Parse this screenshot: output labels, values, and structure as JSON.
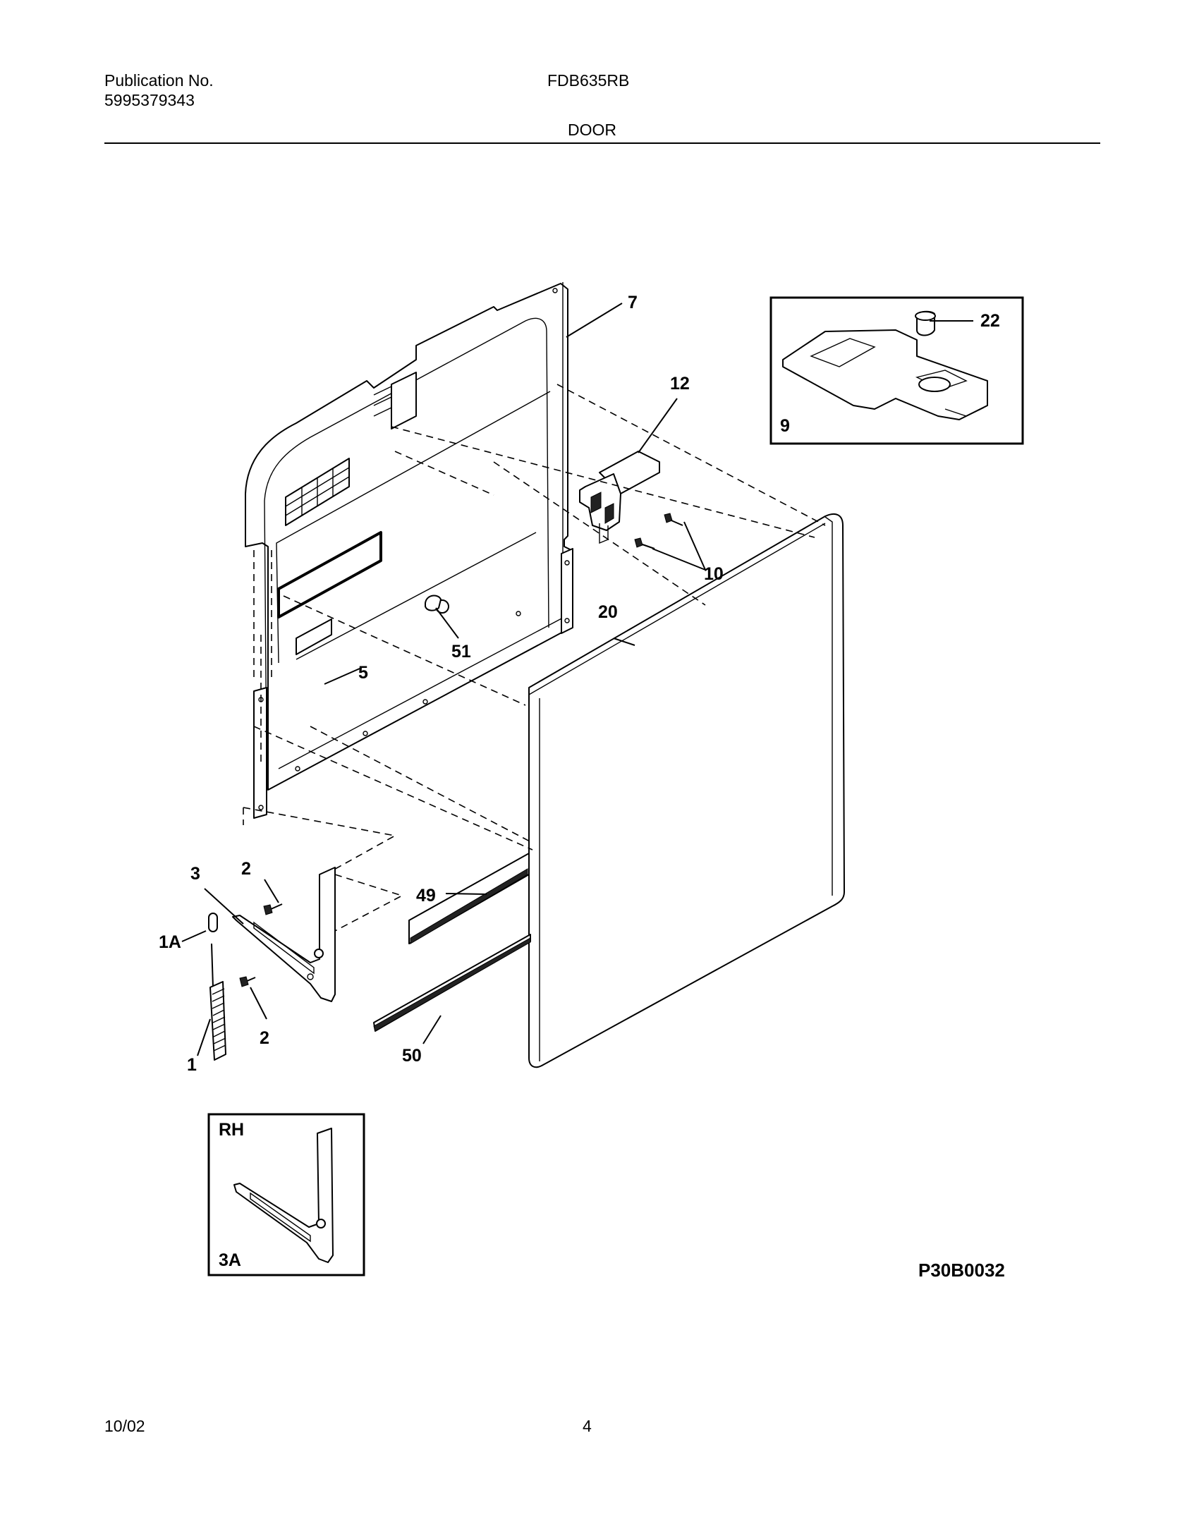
{
  "header": {
    "publication_label": "Publication No.",
    "publication_number": "5995379343",
    "model": "FDB635RB",
    "section": "DOOR"
  },
  "footer": {
    "date": "10/02",
    "page_number": "4"
  },
  "diagram": {
    "drawing_code": "P30B0032",
    "callouts": {
      "c7": "7",
      "c22": "22",
      "c12": "12",
      "c9": "9",
      "c10": "10",
      "c20": "20",
      "c51": "51",
      "c5": "5",
      "c3": "3",
      "c2a": "2",
      "c2b": "2",
      "c1A": "1A",
      "c1": "1",
      "c49": "49",
      "c50": "50",
      "cRH": "RH",
      "c3A": "3A"
    }
  }
}
